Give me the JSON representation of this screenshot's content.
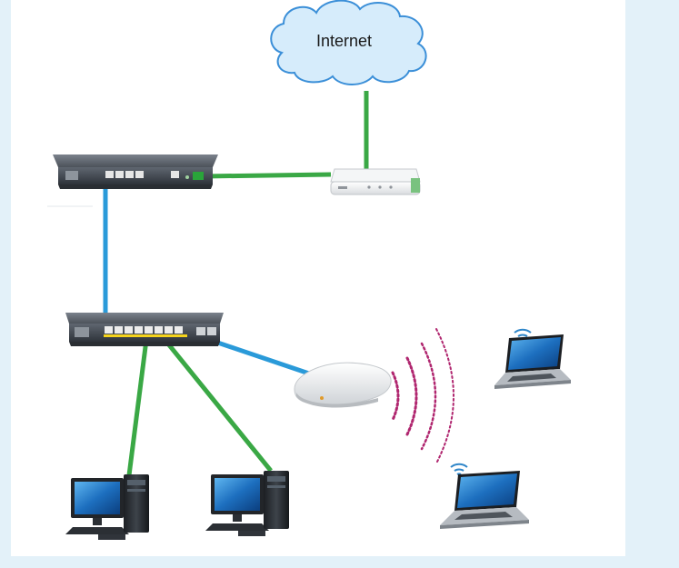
{
  "colors": {
    "frame": "#e3f1f9",
    "cloud_fill": "#d6ecfb",
    "cloud_stroke": "#3b8fd8",
    "uplink": "#2a9ad9",
    "ethernet": "#3aa845",
    "wifi_waves": "#b0266f",
    "signal_bars": "#2f86c9"
  },
  "nodes": {
    "internet": {
      "label": "Internet",
      "icon": "cloud-icon"
    },
    "modem": {
      "icon": "modem-icon"
    },
    "router": {
      "icon": "router-icon"
    },
    "switch": {
      "icon": "switch-icon"
    },
    "access_point": {
      "icon": "access-point-icon"
    },
    "desktops": [
      {
        "icon": "desktop-pc-icon"
      },
      {
        "icon": "desktop-pc-icon"
      }
    ],
    "laptops": [
      {
        "icon": "laptop-icon"
      },
      {
        "icon": "laptop-icon"
      }
    ]
  },
  "links": [
    {
      "from": "internet",
      "to": "modem",
      "type": "ethernet"
    },
    {
      "from": "modem",
      "to": "router",
      "type": "ethernet"
    },
    {
      "from": "router",
      "to": "switch",
      "type": "uplink"
    },
    {
      "from": "switch",
      "to": "access_point",
      "type": "uplink"
    },
    {
      "from": "switch",
      "to": "desktop-1",
      "type": "ethernet"
    },
    {
      "from": "switch",
      "to": "desktop-2",
      "type": "ethernet"
    },
    {
      "from": "access_point",
      "to": "laptops",
      "type": "wireless"
    }
  ]
}
